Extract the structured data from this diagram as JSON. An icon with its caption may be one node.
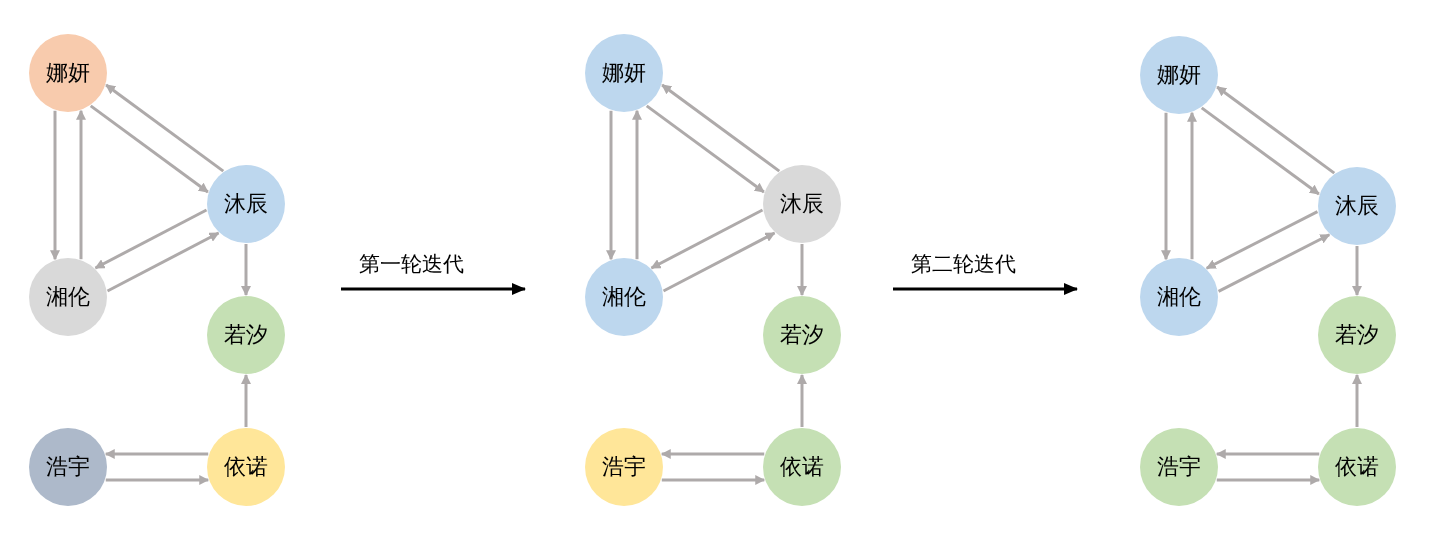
{
  "diagram": {
    "nodes": [
      {
        "text": [
          "娜妍"
        ]
      },
      {
        "text": [
          "沐辰"
        ]
      },
      {
        "text": [
          "湘伦"
        ]
      },
      {
        "text": [
          "若汐"
        ]
      },
      {
        "text": [
          "浩宇"
        ]
      },
      {
        "text": [
          "依诺"
        ]
      },
      {
        "text": [
          "娜妍"
        ]
      },
      {
        "text": [
          "沐辰"
        ]
      },
      {
        "text": [
          "湘伦"
        ]
      },
      {
        "text": [
          "若汐"
        ]
      },
      {
        "text": [
          "浩宇"
        ]
      },
      {
        "text": [
          "依诺"
        ]
      },
      {
        "text": [
          "娜妍"
        ]
      },
      {
        "text": [
          "沐辰"
        ]
      },
      {
        "text": [
          "湘伦"
        ]
      },
      {
        "text": [
          "若汐"
        ]
      },
      {
        "text": [
          "浩宇"
        ]
      },
      {
        "text": [
          "依诺"
        ]
      }
    ],
    "edges": [
      {
        "from": 0,
        "to": 1,
        "arrow": "to"
      },
      {
        "from": 1,
        "to": 0,
        "arrow": "to"
      },
      {
        "from": 0,
        "to": 2,
        "arrow": "to"
      },
      {
        "from": 2,
        "to": 0,
        "arrow": "to"
      },
      {
        "from": 2,
        "to": 1,
        "arrow": "to"
      },
      {
        "from": 1,
        "to": 2,
        "arrow": "to"
      },
      {
        "from": 1,
        "to": 3,
        "arrow": "to"
      },
      {
        "from": 5,
        "to": 3,
        "arrow": "to"
      },
      {
        "from": 5,
        "to": 4,
        "arrow": "to"
      },
      {
        "from": 4,
        "to": 5,
        "arrow": "to"
      },
      {
        "from": 6,
        "to": 7,
        "arrow": "to"
      },
      {
        "from": 7,
        "to": 6,
        "arrow": "to"
      },
      {
        "from": 6,
        "to": 8,
        "arrow": "to"
      },
      {
        "from": 8,
        "to": 6,
        "arrow": "to"
      },
      {
        "from": 8,
        "to": 7,
        "arrow": "to"
      },
      {
        "from": 7,
        "to": 8,
        "arrow": "to"
      },
      {
        "from": 7,
        "to": 9,
        "arrow": "to"
      },
      {
        "from": 11,
        "to": 9,
        "arrow": "to"
      },
      {
        "from": 11,
        "to": 10,
        "arrow": "to"
      },
      {
        "from": 10,
        "to": 11,
        "arrow": "to"
      },
      {
        "from": 12,
        "to": 13,
        "arrow": "to"
      },
      {
        "from": 13,
        "to": 12,
        "arrow": "to"
      },
      {
        "from": 12,
        "to": 14,
        "arrow": "to"
      },
      {
        "from": 14,
        "to": 12,
        "arrow": "to"
      },
      {
        "from": 14,
        "to": 13,
        "arrow": "to"
      },
      {
        "from": 13,
        "to": 14,
        "arrow": "to"
      },
      {
        "from": 13,
        "to": 15,
        "arrow": "to"
      },
      {
        "from": 17,
        "to": 15,
        "arrow": "to"
      },
      {
        "from": 17,
        "to": 16,
        "arrow": "to"
      },
      {
        "from": 16,
        "to": 17,
        "arrow": "to"
      }
    ],
    "labels": [
      "第一轮迭代",
      "第二轮迭代"
    ]
  }
}
